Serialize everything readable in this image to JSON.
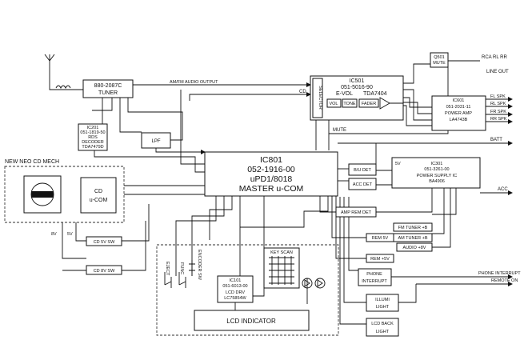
{
  "blocks": {
    "tuner": [
      "880-2087C",
      "TUNER"
    ],
    "rds": [
      "IC201",
      "051-1819-50",
      "RDS",
      "DECODER",
      "TDA7479D"
    ],
    "lpf": "LPF",
    "evol": [
      "IC501",
      "051-5016-90",
      "E-VOL",
      "TDA7404"
    ],
    "selector": "SELECTOR",
    "vol": "VOL",
    "tone": "TONE",
    "fader": "FADER",
    "q501": [
      "Q501",
      "MUTE"
    ],
    "amp": [
      "IC601",
      "051-2031-11",
      "POWER AMP",
      "LA4743B"
    ],
    "master": [
      "IC801",
      "052-1916-00",
      "uPD1/8018",
      "MASTER u-COM"
    ],
    "bu_det": "B/U DET",
    "acc_det": "ACC DET",
    "psu": [
      "5V",
      "IC301",
      "051-3261-00",
      "POWER SUPPLY IC",
      "BA4906"
    ],
    "amp_rem_det": "AMP REM DET",
    "fm_tuner": "FM TUNER +B",
    "am_tuner": "AM TUNER +B",
    "audio": "AUDIO +8V",
    "rem5v": "REM 5V",
    "rem_plus": "REM +5V",
    "phone_int": [
      "PHONE",
      "INTERRUPT"
    ],
    "illumi": [
      "ILLUMI",
      "LIGHT"
    ],
    "lcd_back": [
      "LCD BACK",
      "LIGHT"
    ],
    "cd_mech": "NEW NEO CD MECH",
    "cd_ucom": [
      "CD",
      "u-COM"
    ],
    "cd5v": "CD 5V SW",
    "cd8v": "CD 8V SW",
    "lcd_drv": [
      "IC101",
      "051-6013-00",
      "LCD DRV",
      "LC75854W"
    ],
    "key_scan": "KEY SCAN",
    "lcd_indicator": "LCD INDICATOR"
  },
  "labels": {
    "amfm_out": "AM/FM AUDIO OUTPUT",
    "cd": "CD",
    "mute": "MUTE",
    "batt": "BATT",
    "acc": "ACC",
    "rca": "RCA RL RR",
    "line_out": "LINE OUT",
    "fl_spk": "FL SPK",
    "rl_spk": "RL SPK",
    "fr_spk": "FR SPK",
    "rr_spk": "RR SPK",
    "phone_interrupt": "PHONE INTERRUPT",
    "remote_on": "REMOTE ON",
    "v5": "5V",
    "v8": "8V",
    "eject": "EJECT",
    "func": "FUNC",
    "encoder_sw": "ENCODER SW"
  }
}
